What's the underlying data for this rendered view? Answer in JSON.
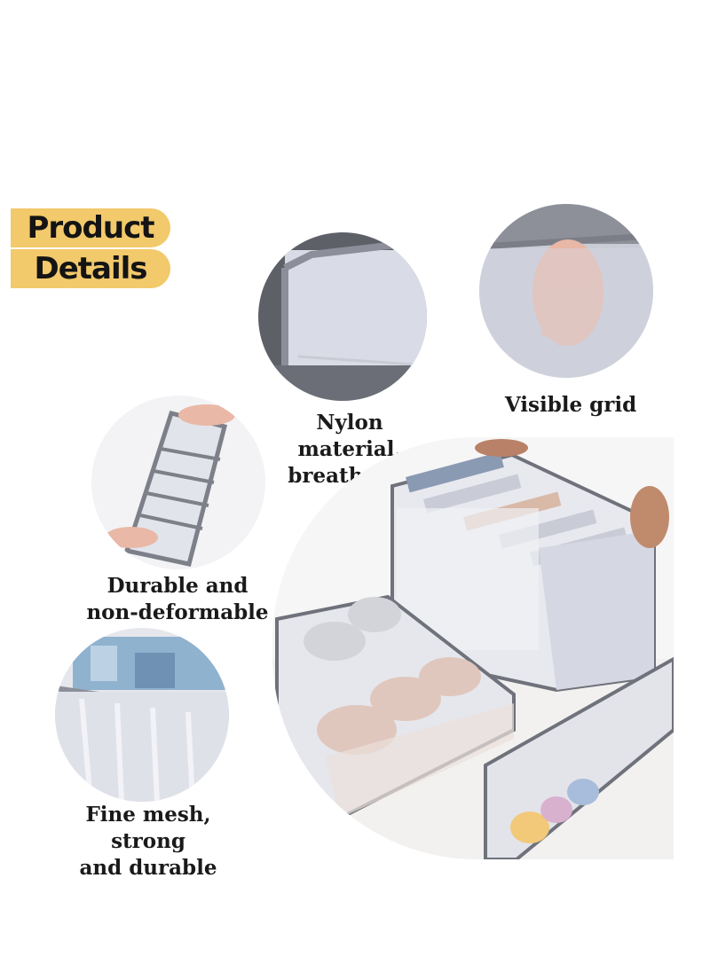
{
  "badge": {
    "line1": "Product",
    "line2": "Details",
    "color": "#f2c96b"
  },
  "features": [
    {
      "caption_line1": "Nylon material,",
      "caption_line2": "breathable"
    },
    {
      "caption_line1": "Visible grid",
      "caption_line2": ""
    },
    {
      "caption_line1": "Durable and",
      "caption_line2": "non-deformable"
    },
    {
      "caption_line1": "Fine mesh, strong",
      "caption_line2": "and durable"
    }
  ],
  "colors": {
    "mesh_grey": "#d7d9e3",
    "trim_grey": "#7a7d86"
  }
}
